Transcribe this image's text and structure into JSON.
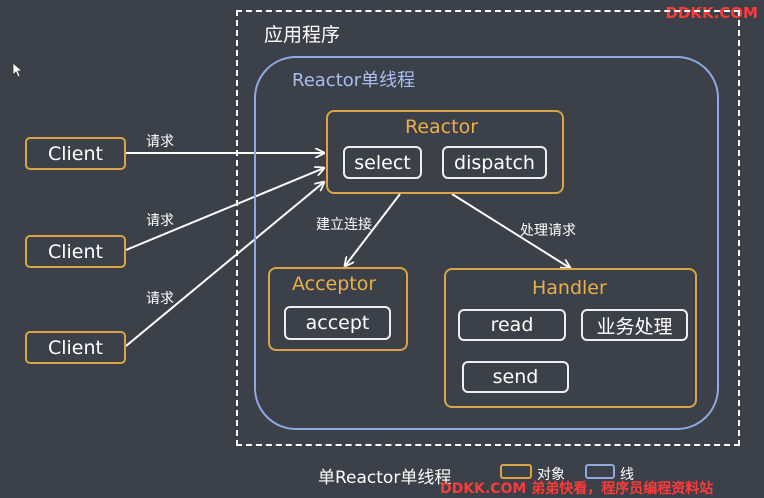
{
  "watermark_top": "DDKK.COM",
  "app": {
    "title": "应用程序"
  },
  "reactor_thread": {
    "title": "Reactor单线程"
  },
  "reactor": {
    "title": "Reactor",
    "select": "select",
    "dispatch": "dispatch"
  },
  "acceptor": {
    "title": "Acceptor",
    "accept": "accept"
  },
  "handler": {
    "title": "Handler",
    "read": "read",
    "business": "业务处理",
    "send": "send"
  },
  "clients": [
    {
      "label": "Client",
      "request": "请求"
    },
    {
      "label": "Client",
      "request": "请求"
    },
    {
      "label": "Client",
      "request": "请求"
    }
  ],
  "edges": {
    "connect": "建立连接",
    "handle": "处理请求"
  },
  "caption": "单Reactor单线程",
  "legend": {
    "object": "对象",
    "thread": "线"
  },
  "watermark_bottom": "DDKK.COM 弟弟快看，程序员编程资料站",
  "colors": {
    "background": "#3c4048",
    "object_border": "#d9a441",
    "thread_border": "#8fa8e0",
    "watermark": "#ff3b3b"
  }
}
